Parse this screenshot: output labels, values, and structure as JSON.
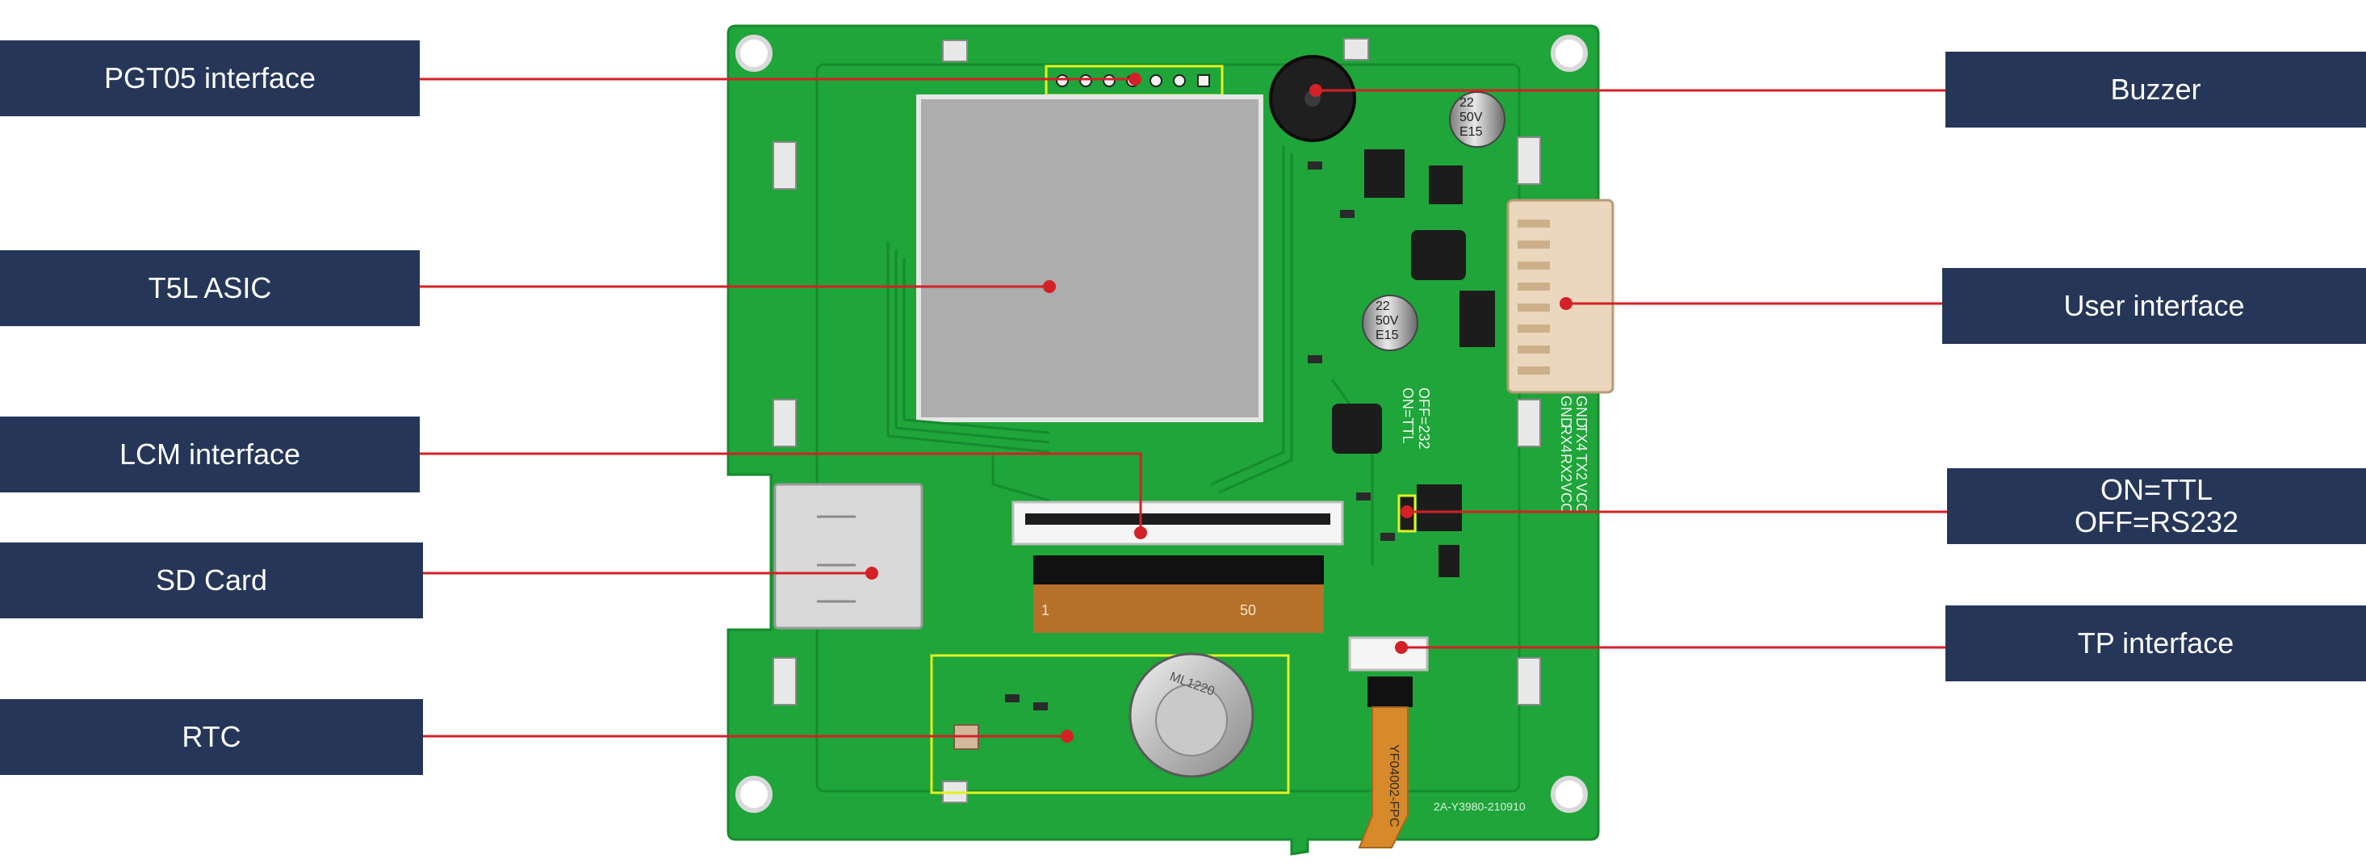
{
  "colors": {
    "label_bg": "#253658",
    "label_text": "#ffffff",
    "leader_line": "#d42027",
    "pcb": "#1fa53a",
    "highlight": "#e3f21e"
  },
  "labels": {
    "pgt05": "PGT05 interface",
    "t5l": "T5L ASIC",
    "lcm": "LCM interface",
    "sdcard": "SD Card",
    "rtc": "RTC",
    "buzzer": "Buzzer",
    "user": "User interface",
    "switch_line1": "ON=TTL",
    "switch_line2": "OFF=RS232",
    "tp": "TP interface"
  },
  "board": {
    "cap1_l1": "22",
    "cap1_l2": "50V",
    "cap1_l3": "E15",
    "cap2_l1": "22",
    "cap2_l2": "50V",
    "cap2_l3": "E15",
    "switch_silk_on": "ON=TTL",
    "switch_silk_off": "OFF=232",
    "pins": [
      "GND",
      "GND",
      "RX4",
      "TX4",
      "RX2",
      "TX2",
      "VCC",
      "VCC"
    ],
    "fpc_left": "1",
    "fpc_right": "50",
    "coin_cell": "ML1220",
    "tp_cable": "YF04002-FPC",
    "pcb_code": "2A-Y3980-210910"
  }
}
